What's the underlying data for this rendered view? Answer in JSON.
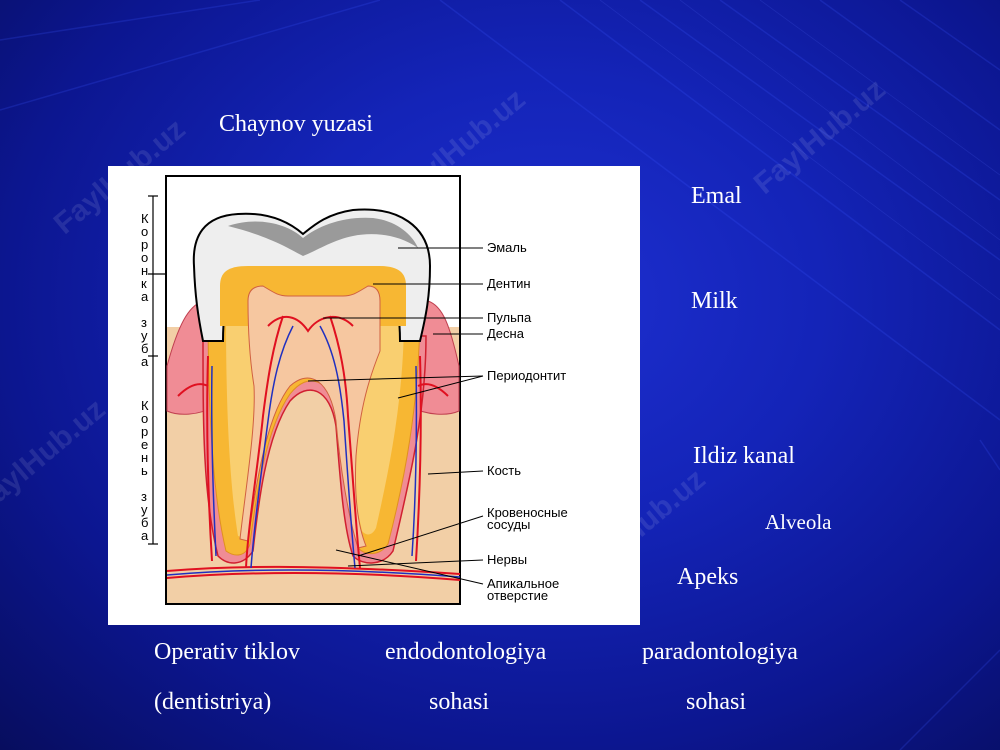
{
  "slide": {
    "title_label": "Chaynov yuzasi",
    "right_labels": {
      "enamel": "Emal",
      "milk": "Milk",
      "root_canal": "Ildiz kanal",
      "alveola": "Alveola",
      "apex": "Apeks"
    },
    "bottom": {
      "col1_line1": "Operativ tiklov",
      "col1_line2": "(dentistriya)",
      "col2_line1": "endodontologiya",
      "col2_line2": "sohasi",
      "col3_line1": "paradontologiya",
      "col3_line2": "sohasi"
    },
    "watermark": "FaylHub.uz"
  },
  "diagram": {
    "left_labels": {
      "crown_letters": [
        "К",
        "о",
        "р",
        "о",
        "н",
        "к",
        "а",
        " ",
        "з",
        "у",
        "б",
        "а"
      ],
      "root_letters": [
        "К",
        "о",
        "р",
        "е",
        "н",
        "ь",
        " ",
        "з",
        "у",
        "б",
        "а"
      ]
    },
    "callouts": {
      "enamel": "Эмаль",
      "dentin": "Дентин",
      "pulp": "Пульпа",
      "gum": "Десна",
      "periodontitis": "Периодонтит",
      "bone": "Кость",
      "vessels_line1": "Кровеносные",
      "vessels_line2": "сосуды",
      "nerves": "Нервы",
      "apical_line1": "Апикальное",
      "apical_line2": "отверстие"
    },
    "colors": {
      "background": "#1424b8",
      "enamel": "#f2f2f2",
      "dentin": "#f7b733",
      "pulp": "#f6c7a0",
      "gum": "#f08c95",
      "bone": "#f2cfa6",
      "vessel_red": "#e01020",
      "nerve_blue": "#2030c0"
    }
  }
}
